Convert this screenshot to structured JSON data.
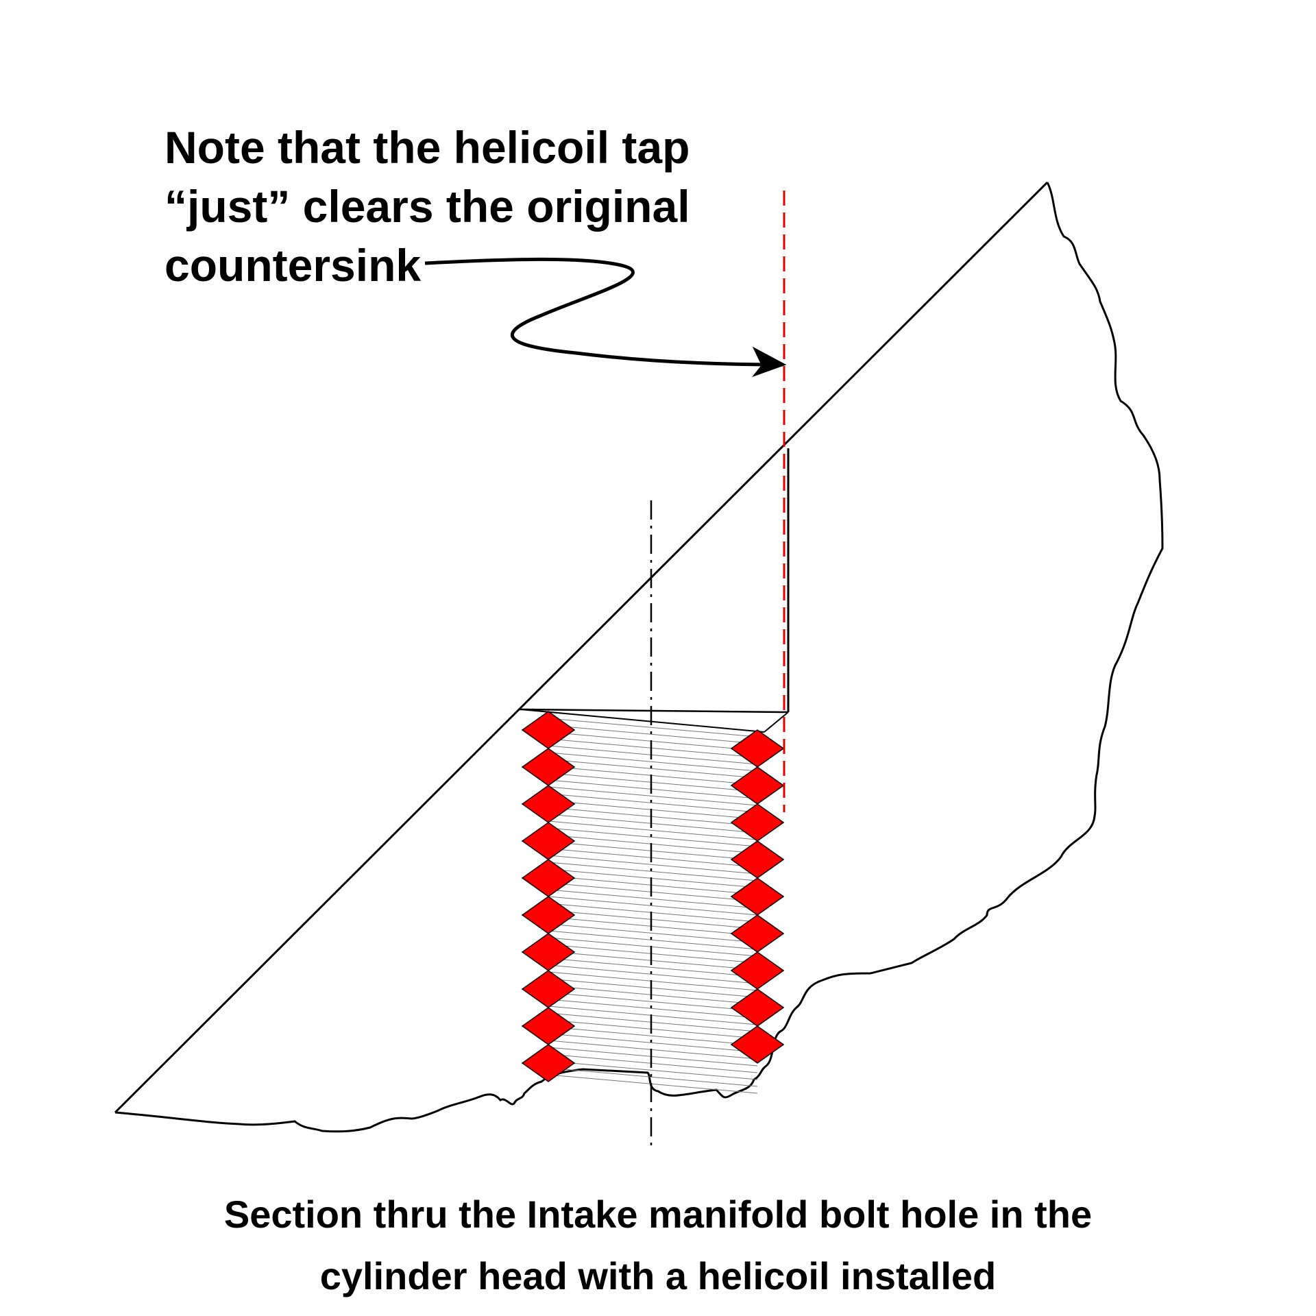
{
  "annotation": {
    "lines": [
      "Note that the helicoil tap",
      "“just” clears the original",
      "countersink"
    ]
  },
  "caption": {
    "lines": [
      "Section thru the Intake manifold bolt hole in the",
      "cylinder head with a helicoil installed"
    ]
  },
  "colors": {
    "coil": "#ff0000",
    "tap_line": "#e00000",
    "outline": "#000000"
  },
  "helicoil": {
    "left_coil_count": 10,
    "right_coil_count": 9
  }
}
